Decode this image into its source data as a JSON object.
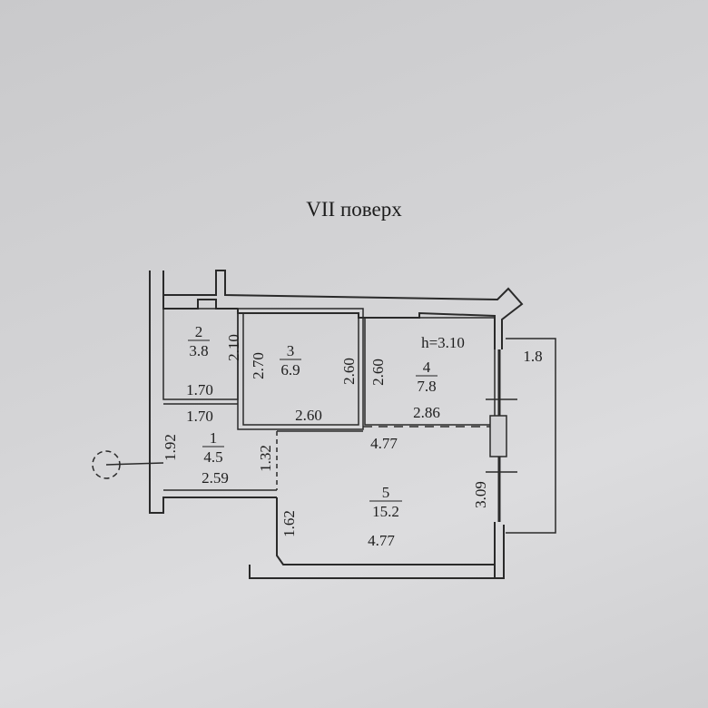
{
  "title": "VII поверх",
  "ceiling_height": "h=3.10",
  "rooms": [
    {
      "number": "1",
      "area": "4.5"
    },
    {
      "number": "2",
      "area": "3.8"
    },
    {
      "number": "3",
      "area": "6.9"
    },
    {
      "number": "4",
      "area": "7.8"
    },
    {
      "number": "5",
      "area": "15.2"
    }
  ],
  "balcony_area": "1.8",
  "dimensions": {
    "r2_height": "2.10",
    "r2_width": "1.70",
    "r1_top": "1.70",
    "r1_height": "1.92",
    "r1_width": "2.59",
    "r1_side": "1.32",
    "r3_left": "2.70",
    "r3_right": "2.60",
    "r3_width": "2.60",
    "r4_left": "2.60",
    "r4_width": "2.86",
    "r5_top": "4.77",
    "r5_bottom": "4.77",
    "r5_left": "1.62",
    "r5_right": "3.09"
  }
}
